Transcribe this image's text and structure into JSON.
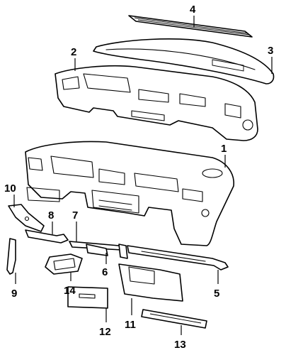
{
  "callouts": [
    {
      "id": "c1",
      "label": "1"
    },
    {
      "id": "c2",
      "label": "2"
    },
    {
      "id": "c3",
      "label": "3"
    },
    {
      "id": "c4",
      "label": "4"
    },
    {
      "id": "c5",
      "label": "5"
    },
    {
      "id": "c6",
      "label": "6"
    },
    {
      "id": "c7",
      "label": "7"
    },
    {
      "id": "c8",
      "label": "8"
    },
    {
      "id": "c9",
      "label": "9"
    },
    {
      "id": "c10",
      "label": "10"
    },
    {
      "id": "c11",
      "label": "11"
    },
    {
      "id": "c12",
      "label": "12"
    },
    {
      "id": "c13",
      "label": "13"
    },
    {
      "id": "c14",
      "label": "14"
    }
  ],
  "colors": {
    "line": "#000000",
    "background": "#ffffff"
  }
}
